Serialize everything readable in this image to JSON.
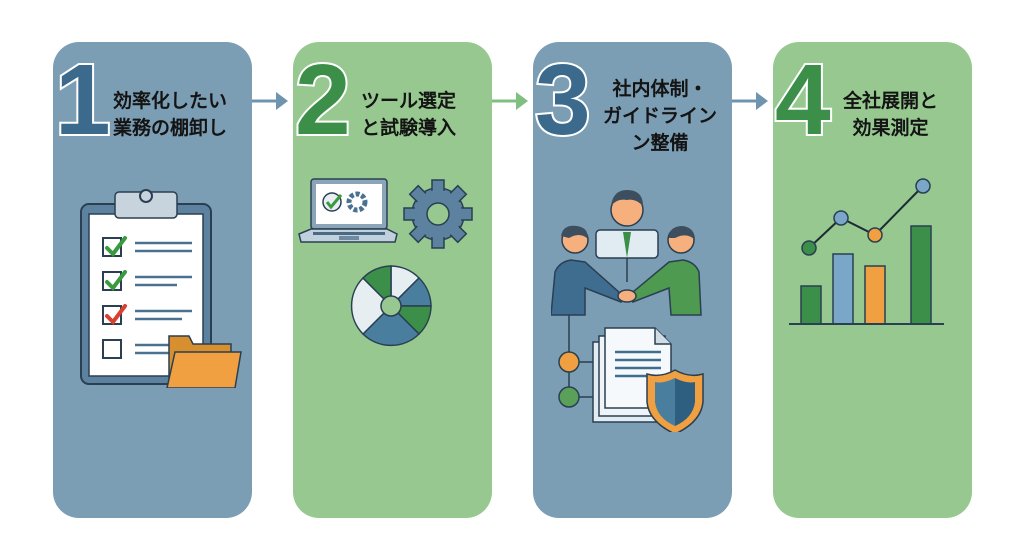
{
  "steps": [
    {
      "number": "1",
      "title_lines": [
        "効率化したい",
        "業務の棚卸し"
      ],
      "color": "#7b9eb4",
      "illustration": "clipboard-checklist-folder-icon"
    },
    {
      "number": "2",
      "title_lines": [
        "ツール選定",
        "と試験導入"
      ],
      "color": "#96c890",
      "illustration": "laptop-gear-pie-chart-icon"
    },
    {
      "number": "3",
      "title_lines": [
        "社内体制・",
        "ガイドライン",
        "ン整備"
      ],
      "color": "#7b9eb4",
      "illustration": "handshake-document-shield-icon"
    },
    {
      "number": "4",
      "title_lines": [
        "全社展開と",
        "効果測定"
      ],
      "color": "#96c890",
      "illustration": "bar-line-chart-icon"
    }
  ],
  "arrows": [
    {
      "from": "1",
      "to": "2",
      "color": "#6f94b0"
    },
    {
      "from": "2",
      "to": "3",
      "color": "#7fbf80"
    },
    {
      "from": "3",
      "to": "4",
      "color": "#6f94b0"
    }
  ],
  "palette": {
    "blue_card": "#7b9eb4",
    "green_card": "#96c890",
    "dark_blue": "#3b6a8c",
    "dark_green": "#3b8f48",
    "orange": "#f0a040",
    "check_green": "#3a9a40",
    "check_red": "#d9412e"
  },
  "checklist_items": [
    {
      "state": "checked",
      "mark_color": "green"
    },
    {
      "state": "checked",
      "mark_color": "green"
    },
    {
      "state": "checked",
      "mark_color": "red"
    },
    {
      "state": "unchecked"
    }
  ]
}
